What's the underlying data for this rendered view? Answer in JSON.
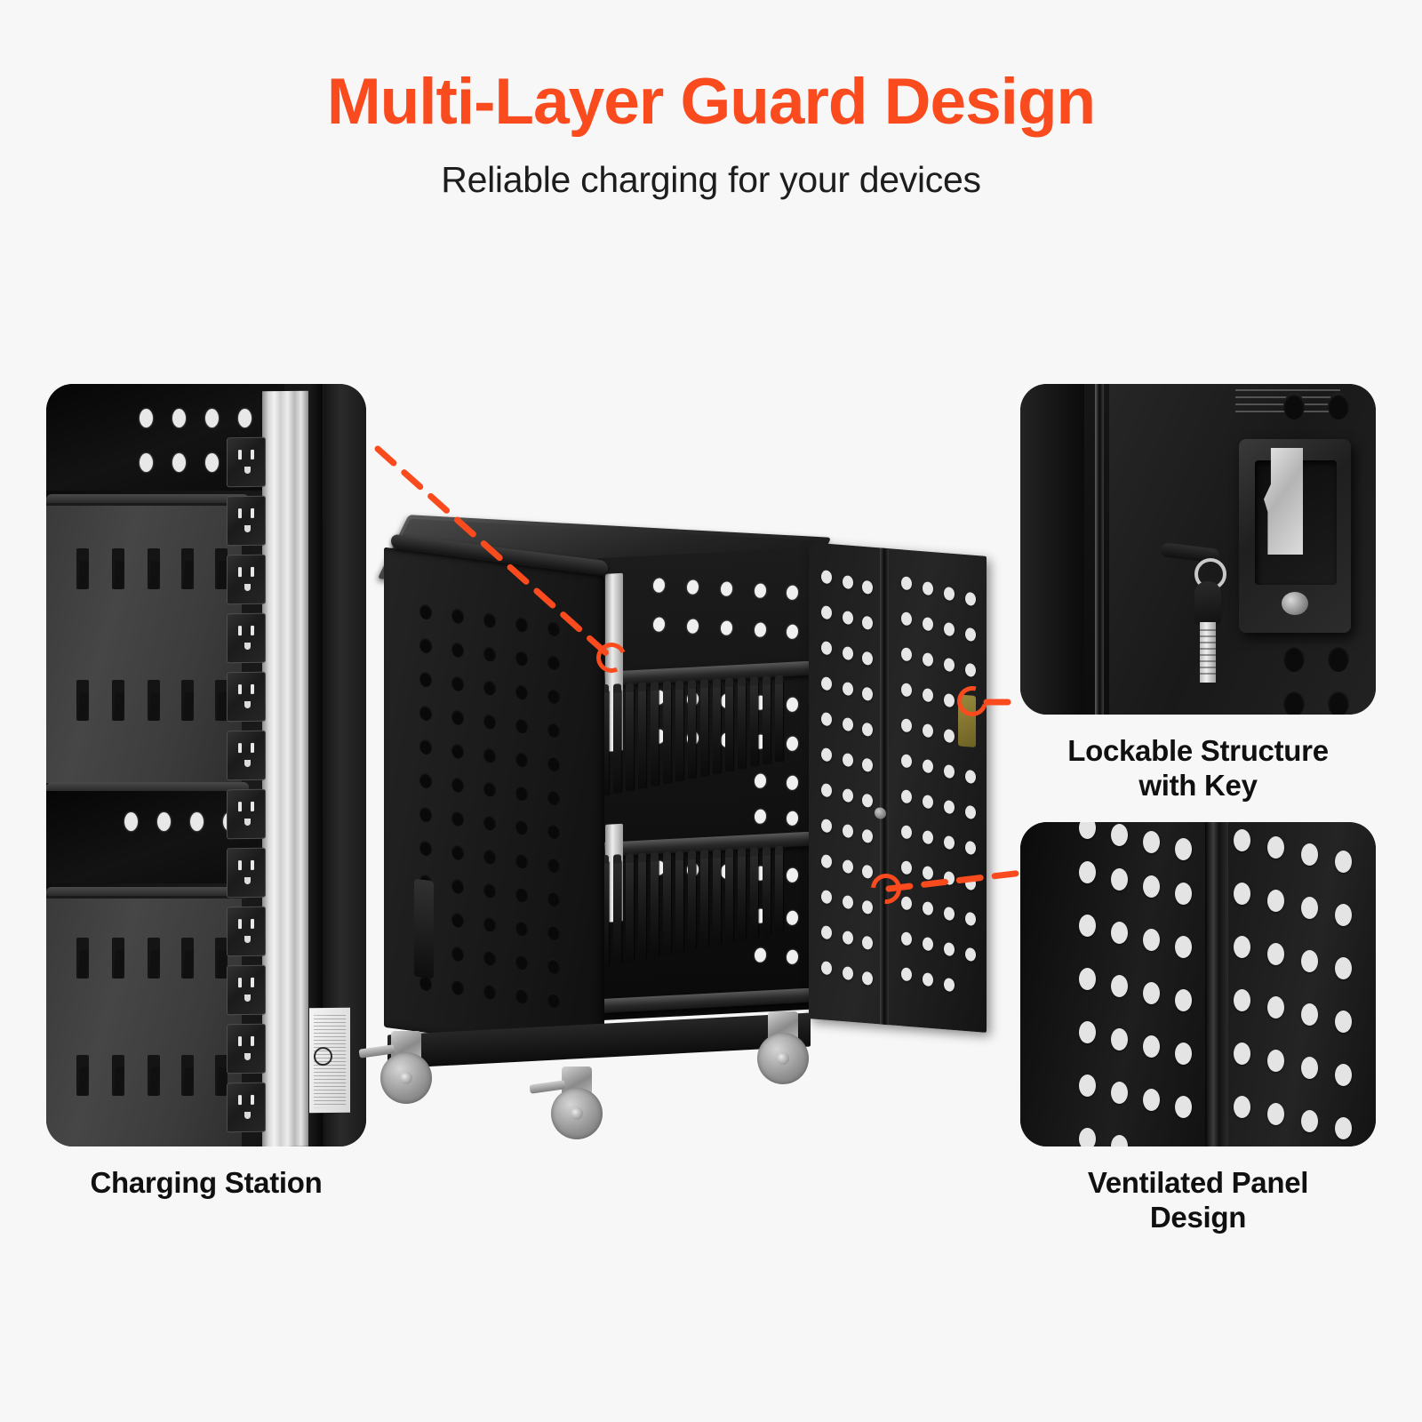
{
  "header": {
    "title": "Multi-Layer Guard Design",
    "subtitle": "Reliable charging for your devices"
  },
  "colors": {
    "background": "#f7f7f7",
    "accent_orange": "#fa4b1e",
    "title_color": "#fa4b1e",
    "subtitle_color": "#1d1d1d",
    "caption_color": "#101010",
    "cabinet_black": "#141414",
    "vent_hole_light": "#e8e8e8",
    "metal_silver": "#d8d8d8"
  },
  "panels": [
    {
      "id": "charging-station",
      "caption": "Charging Station",
      "caption_lines": [
        "Charging Station"
      ],
      "position": "left",
      "depicts": "close-up of the cart interior power strip with multiple AC outlets mounted beside a vertical aluminum cable-management rail, hook clips and oval vent holes on the inner panel"
    },
    {
      "id": "lockable-structure",
      "caption": "Lockable Structure with Key",
      "caption_lines": [
        "Lockable Structure",
        "with Key"
      ],
      "position": "right-top",
      "depicts": "close-up of the recessed door handle lock with the key inserted and a key ring hanging down, surrounded by perforated panel holes"
    },
    {
      "id": "ventilated-panel",
      "caption": "Ventilated Panel Design",
      "caption_lines": [
        "Ventilated Panel",
        "Design"
      ],
      "position": "right-bottom",
      "depicts": "close-up of two perforated steel door panels meeting at a vertical seam, showing the grid of ventilation holes"
    }
  ],
  "main_product": {
    "name": "mobile charging cart",
    "description": "black steel charging cart shown at three-quarter view with the right door swung open, revealing two shelves of curved device dividers, an interior vertical power strip, perforated side and door panels, a top handle, and four locking swivel casters",
    "parts": {
      "top_lid": "flat steel top surface",
      "left_door": "perforated front panel with pull handle",
      "right_door": "open perforated double-leaf door with brass latch",
      "shelves": 2,
      "divider_banks": 2,
      "casters": 4,
      "casters_with_brake": 2
    }
  },
  "callouts": [
    {
      "id": "callout-charging-station",
      "from_panel": "charging-station",
      "to_target": "interior-power-strip",
      "style": "orange dashed line with ring marker"
    },
    {
      "id": "callout-lock",
      "from_target": "door-latch-lock",
      "to_panel": "lockable-structure",
      "style": "orange dashed line with ring marker"
    },
    {
      "id": "callout-vent",
      "from_target": "door-vent-hole",
      "to_panel": "ventilated-panel",
      "style": "orange dashed line with ring marker"
    }
  ]
}
